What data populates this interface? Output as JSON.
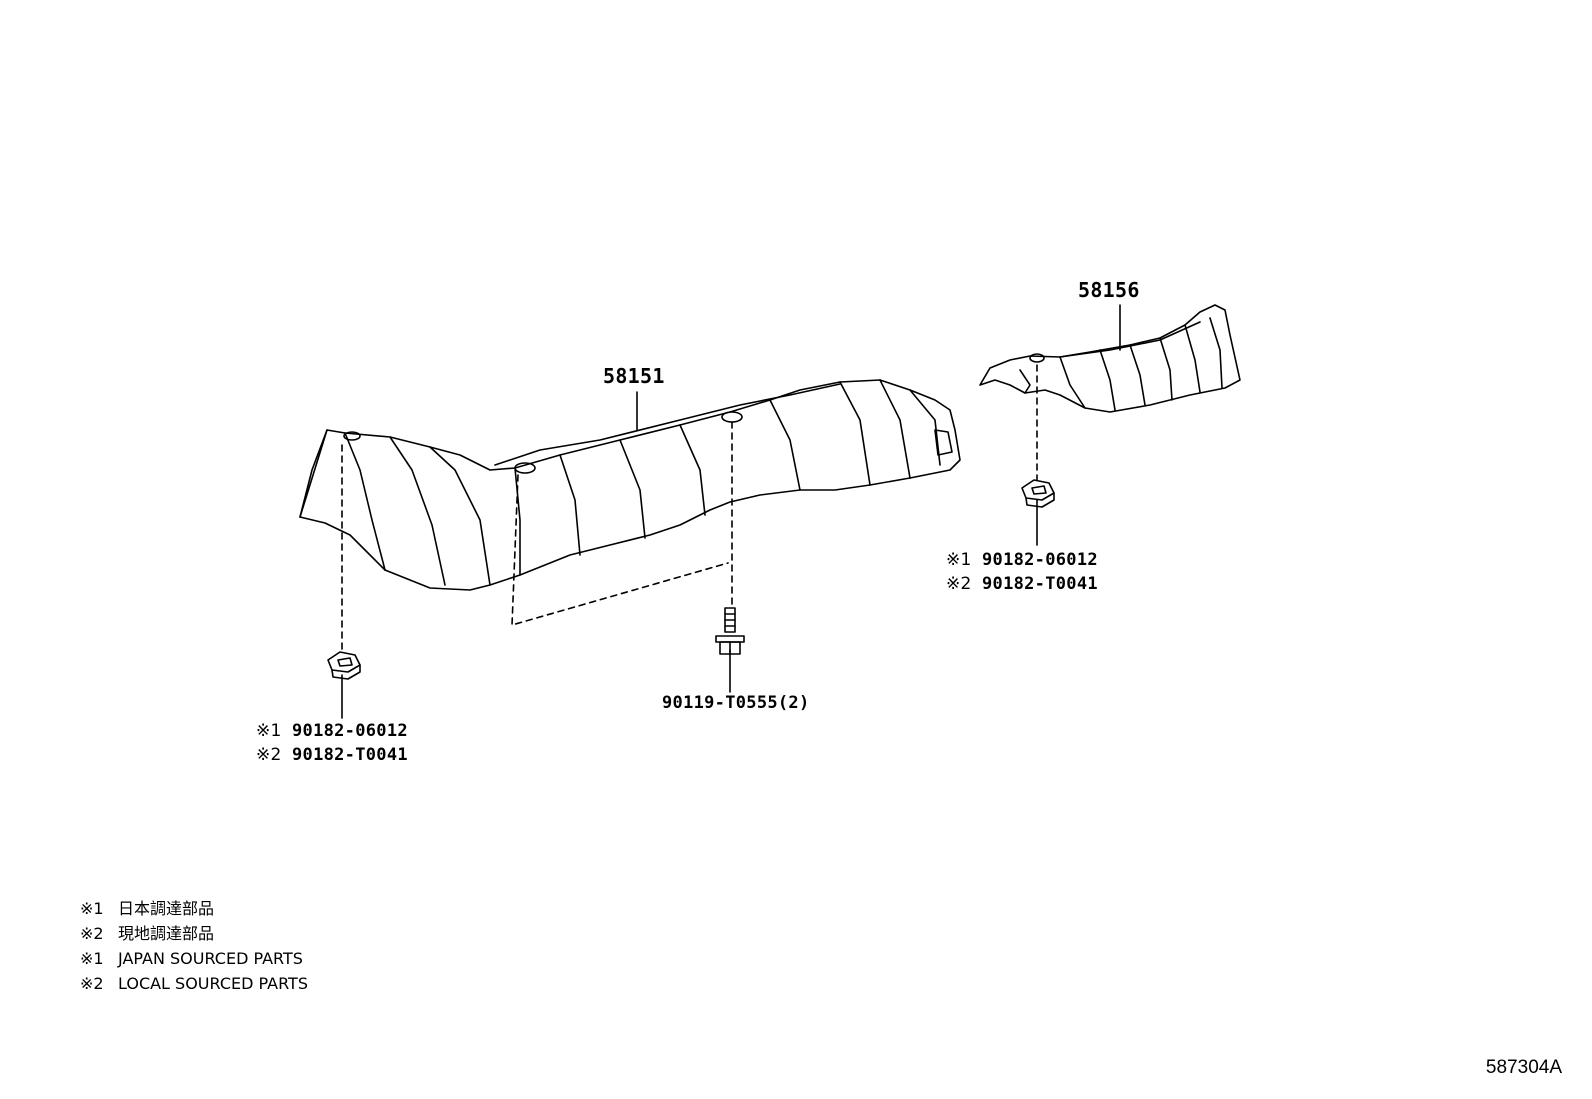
{
  "parts": {
    "main_shield": "58151",
    "rear_shield": "58156",
    "bolt": "90119-T0555(2)",
    "nut_left": {
      "line1_mark": "※1",
      "line1": "90182-06012",
      "line2_mark": "※2",
      "line2": "90182-T0041"
    },
    "nut_right": {
      "line1_mark": "※1",
      "line1": "90182-06012",
      "line2_mark": "※2",
      "line2": "90182-T0041"
    }
  },
  "legend": [
    {
      "mark": "※1",
      "text": "日本調達部品"
    },
    {
      "mark": "※2",
      "text": "現地調達部品"
    },
    {
      "mark": "※1",
      "text": "JAPAN SOURCED PARTS"
    },
    {
      "mark": "※2",
      "text": "LOCAL SOURCED PARTS"
    }
  ],
  "figure_number": "587304A"
}
